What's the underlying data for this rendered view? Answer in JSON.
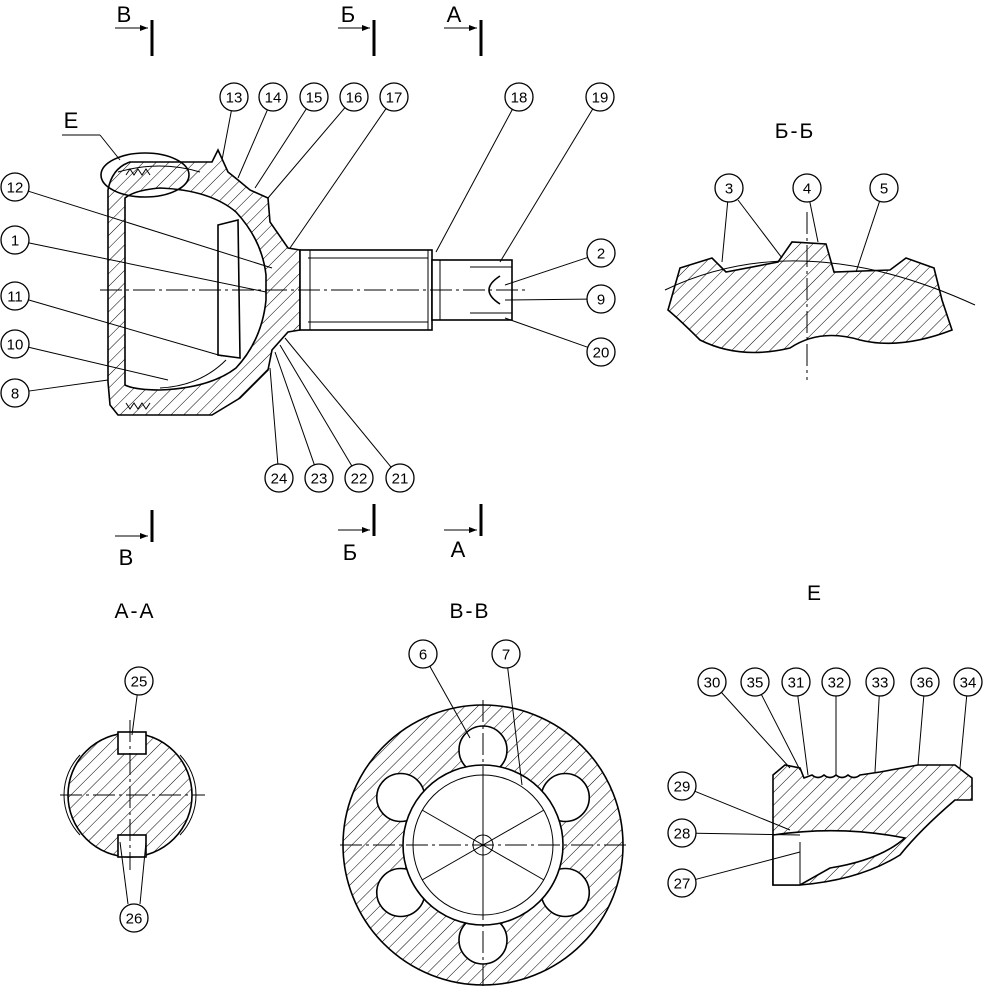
{
  "drawing": {
    "section_marks": {
      "v": "В",
      "b": "Б",
      "a": "А"
    },
    "view_titles": {
      "bb": "Б-Б",
      "aa": "А-А",
      "vv": "В-В",
      "e": "Е"
    },
    "detail_ref": "Е",
    "callouts": {
      "main": [
        "13",
        "14",
        "15",
        "16",
        "17",
        "18",
        "19",
        "12",
        "1",
        "11",
        "10",
        "8",
        "2",
        "9",
        "20",
        "24",
        "23",
        "22",
        "21"
      ],
      "bb": [
        "3",
        "4",
        "5"
      ],
      "aa": [
        "25",
        "26"
      ],
      "vv": [
        "6",
        "7"
      ],
      "e": [
        "30",
        "35",
        "31",
        "32",
        "33",
        "36",
        "34",
        "29",
        "28",
        "27"
      ]
    }
  }
}
